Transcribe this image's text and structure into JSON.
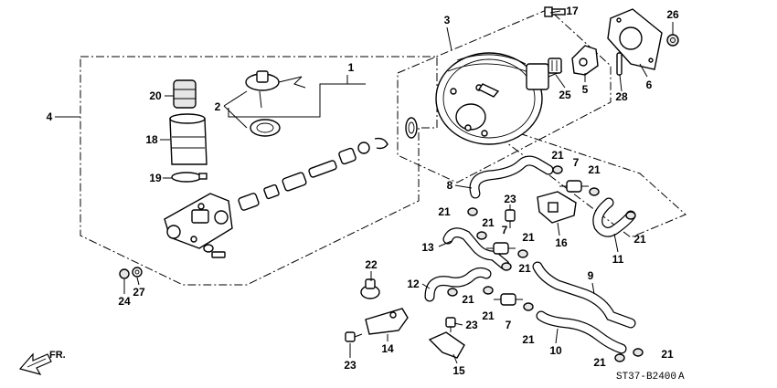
{
  "diagram": {
    "code": "ST37-B2400",
    "code_suffix": "A",
    "direction_label": "FR.",
    "callouts": {
      "c1": "1",
      "c2": "2",
      "c3": "3",
      "c4": "4",
      "c5": "5",
      "c6": "6",
      "c7a": "7",
      "c7b": "7",
      "c7c": "7",
      "c8": "8",
      "c9": "9",
      "c10": "10",
      "c11": "11",
      "c12": "12",
      "c13": "13",
      "c14": "14",
      "c15": "15",
      "c16": "16",
      "c17": "17",
      "c18": "18",
      "c19": "19",
      "c20": "20",
      "c21a": "21",
      "c21b": "21",
      "c21c": "21",
      "c21d": "21",
      "c21e": "21",
      "c21f": "21",
      "c21g": "21",
      "c21h": "21",
      "c21i": "21",
      "c21j": "21",
      "c21k": "21",
      "c21l": "21",
      "c22": "22",
      "c23a": "23",
      "c23b": "23",
      "c23c": "23",
      "c24": "24",
      "c25": "25",
      "c26": "26",
      "c27": "27",
      "c28": "28"
    }
  }
}
